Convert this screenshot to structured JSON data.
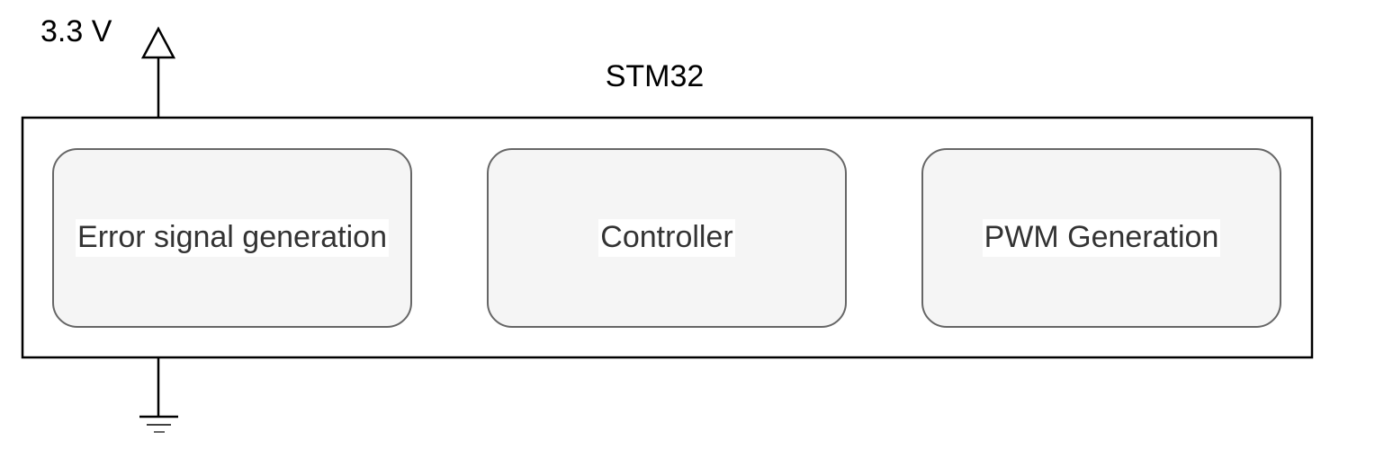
{
  "supply": {
    "label": "3.3 V"
  },
  "mcu": {
    "label": "STM32"
  },
  "blocks": [
    {
      "label": "Error signal generation"
    },
    {
      "label": "Controller"
    },
    {
      "label": "PWM Generation"
    }
  ],
  "colors": {
    "outline": "#000000",
    "block_border": "#666666",
    "block_fill": "#f5f5f5",
    "block_text": "#333333"
  }
}
